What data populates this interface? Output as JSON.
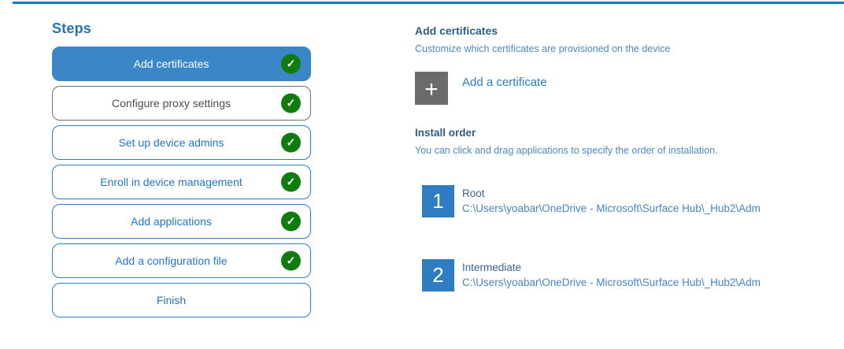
{
  "colors": {
    "accent": "#3a86c6",
    "top-rule": "#0b79d0",
    "outline-blue": "#2d7dd2",
    "text-blue": "#2276cb",
    "hover-border": "#6e6e6e",
    "hover-text": "#4c4c4c",
    "check-green": "#107c10",
    "heading-blue": "#2d5d85",
    "body-blue": "#4d89c8",
    "label-blue": "#2a7dc8",
    "gray-tile": "#6b6b6b",
    "number-tile": "#2e7cc1",
    "item-name": "#3a6490",
    "item-path": "#4684c4"
  },
  "steps_panel": {
    "title": "Steps",
    "items": [
      {
        "label": "Add certificates",
        "state": "active",
        "completed": true
      },
      {
        "label": "Configure proxy settings",
        "state": "hover",
        "completed": true
      },
      {
        "label": "Set up device admins",
        "state": "normal",
        "completed": true
      },
      {
        "label": "Enroll in device management",
        "state": "normal",
        "completed": true
      },
      {
        "label": "Add applications",
        "state": "normal",
        "completed": true
      },
      {
        "label": "Add a configuration file",
        "state": "normal",
        "completed": true
      },
      {
        "label": "Finish",
        "state": "normal",
        "completed": false
      }
    ]
  },
  "main": {
    "title": "Add certificates",
    "subtitle": "Customize which certificates are provisioned on the device",
    "add_button": {
      "icon": "+",
      "label": "Add a certificate"
    },
    "install_order": {
      "title": "Install order",
      "description": "You can click and drag applications to specify the order of installation.",
      "items": [
        {
          "number": "1",
          "name": "Root",
          "path": "C:\\Users\\yoabar\\OneDrive - Microsoft\\Surface Hub\\_Hub2\\Adm"
        },
        {
          "number": "2",
          "name": "Intermediate",
          "path": "C:\\Users\\yoabar\\OneDrive - Microsoft\\Surface Hub\\_Hub2\\Adm"
        }
      ]
    }
  }
}
